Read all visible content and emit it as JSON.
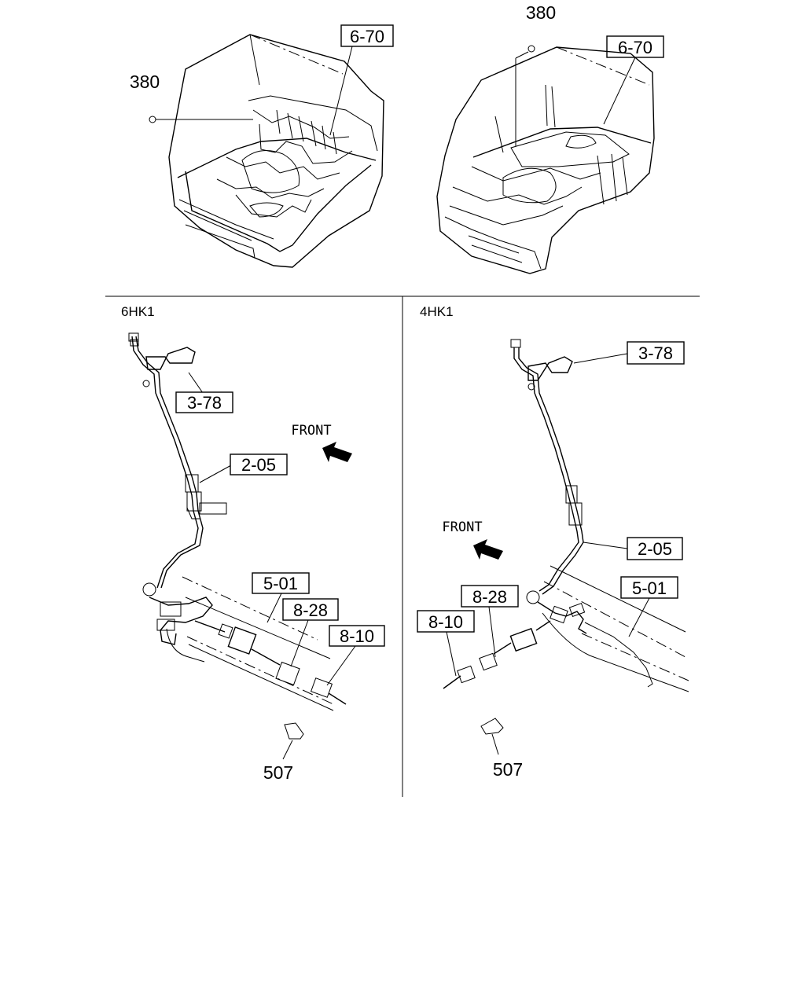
{
  "top_left": {
    "ref_label": "6-70",
    "part_number": "380"
  },
  "top_right": {
    "ref_label": "6-70",
    "part_number": "380"
  },
  "panel_6hk1": {
    "engine": "6HK1",
    "front_label": "FRONT",
    "refs": [
      "3-78",
      "2-05",
      "5-01",
      "8-28",
      "8-10"
    ],
    "part_number": "507"
  },
  "panel_4hk1": {
    "engine": "4HK1",
    "front_label": "FRONT",
    "refs": [
      "3-78",
      "2-05",
      "5-01",
      "8-28",
      "8-10"
    ],
    "part_number": "507"
  }
}
